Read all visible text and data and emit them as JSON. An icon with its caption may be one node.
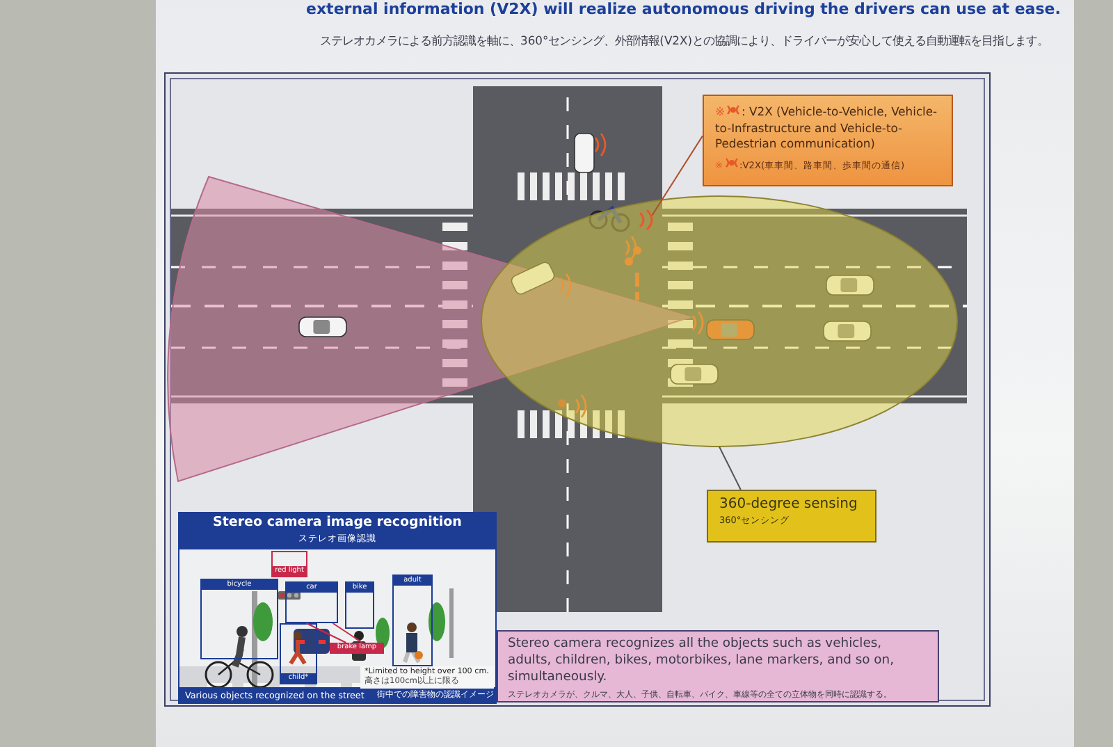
{
  "diagram": {
    "title": "external information (V2X) will realize autonomous driving the drivers can use at ease.",
    "nodes": [
      {
        "text": [
          "※",
          ": V2X (Vehicle-to-Vehicle, Vehicle-to-Infrastructure and Vehicle-to-Pedestrian communication)",
          "※",
          ":V2X(車車間、路車間、歩車間の通信)"
        ]
      },
      {
        "text": [],
        "shape": "ellipse"
      },
      {
        "text": [
          "360-degree sensing",
          "360°センシング"
        ]
      },
      {
        "text": [],
        "shape": "picture",
        "in": 1
      },
      {
        "text": [
          "Stereo camera image recognition",
          "ステレオ画像認識",
          "Various objects recognized on the street",
          "街中での障害物の認識イメージ"
        ]
      },
      {
        "text": [
          "red light"
        ],
        "in": 4
      },
      {
        "text": [
          "bicycle"
        ],
        "in": 4
      },
      {
        "text": [
          "car"
        ],
        "in": 4
      },
      {
        "text": [
          "bike"
        ],
        "in": 4
      },
      {
        "text": [
          "adult"
        ],
        "in": 4
      },
      {
        "text": [
          "child*"
        ],
        "in": 4
      },
      {
        "text": [
          "brake lamp"
        ],
        "in": 4
      },
      {
        "text": [
          "*Limited to height over 100 cm.",
          "高さは100cm以上に限る"
        ],
        "in": 4
      },
      {
        "text": [
          "Stereo camera  recognizes all the objects such as vehicles, adults, children, bikes, motorbikes, lane markers, and so on, simultaneously.",
          "ステレオカメラが、クルマ、大人、子供、自転車、バイク、車線等の全ての立体物を同時に認識する。"
        ]
      }
    ],
    "edges": [
      {
        "from": 0,
        "to": 3,
        "arrow": "none",
        "color": "#b0502a"
      },
      {
        "from": 2,
        "to": 1,
        "arrow": "none",
        "color": "#555555"
      },
      {
        "from": 11,
        "to": 7,
        "arrow": "none",
        "color": "#c8284a"
      },
      {
        "from": 11,
        "to": 7,
        "arrow": "none",
        "color": "#c8284a"
      }
    ],
    "labels": [
      "ステレオカメラによる前方認識を軸に、360°センシング、外部情報(V2X)との協調により、ドライバーが安心して使える自動運転を目指します。"
    ]
  }
}
